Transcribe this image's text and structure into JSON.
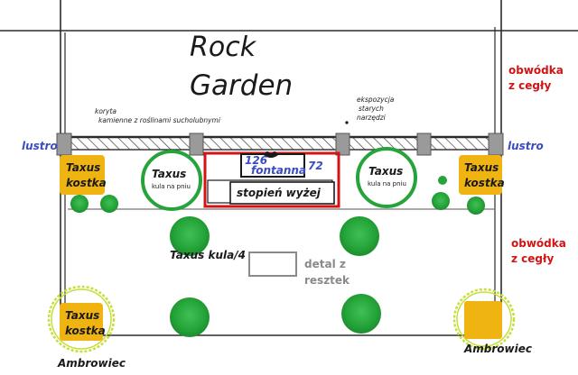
{
  "title": {
    "line1": "Rock",
    "line2": "Garden"
  },
  "notes": {
    "beds": {
      "line1": "koryta",
      "line2": "kamienne z roślinami sucholubnymi"
    },
    "exhibit": {
      "line1": "ekspozycja",
      "line2": "starych",
      "line3": "narzędzi"
    }
  },
  "brick_edging": {
    "top": {
      "line1": "obwódka",
      "line2": "z cegły"
    },
    "mid": {
      "line1": "obwódka",
      "line2": "z cegły"
    }
  },
  "mirror": {
    "left": "lustro",
    "right": "lustro"
  },
  "taxus_box": {
    "top_left": {
      "line1": "Taxus",
      "line2": "kostka"
    },
    "top_right": {
      "line1": "Taxus",
      "line2": "kostka"
    },
    "bottom_left": {
      "line1": "Taxus",
      "line2": "kostka"
    }
  },
  "taxus_standard": {
    "left": {
      "line1": "Taxus",
      "line2": "kula na pniu"
    },
    "right": {
      "line1": "Taxus",
      "line2": "kula na pniu"
    }
  },
  "fountain": {
    "width": "126",
    "height": "72",
    "label": "fontanna"
  },
  "raised_step": "stopień wyżej",
  "taxus_ball": "Taxus kula/4",
  "scrap_detail": {
    "line1": "detal z",
    "line2": "resztek"
  },
  "amur_maple": {
    "left": "Ambrowiec",
    "right": "Ambrowiec"
  },
  "colors": {
    "outline": "#2b2b2b",
    "red_accent": "#d21414",
    "blue_accent": "#3a4cc4",
    "shrub_green": "#26a33a",
    "taxus_gold": "#f0b412",
    "hedge_yellow_green": "#c8de3a",
    "detail_grey": "#8a8a8a"
  }
}
